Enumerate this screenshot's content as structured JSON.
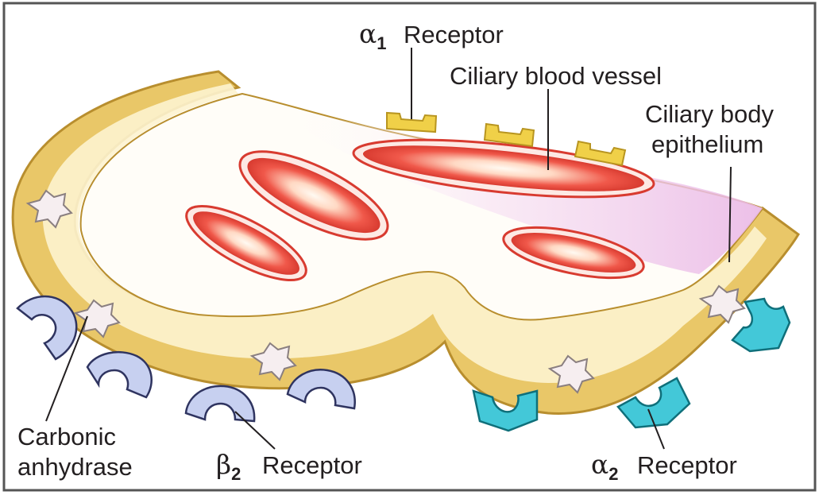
{
  "labels": {
    "alpha1_receptor": {
      "symbol": "α",
      "subscript": "1",
      "text": "Receptor"
    },
    "ciliary_blood_vessel": "Ciliary blood vessel",
    "ciliary_body_epithelium": {
      "line1": "Ciliary body",
      "line2": "epithelium"
    },
    "carbonic_anhydrase": {
      "line1": "Carbonic",
      "line2": "anhydrase"
    },
    "beta2_receptor": {
      "symbol": "β",
      "subscript": "2",
      "text": "Receptor"
    },
    "alpha2_receptor": {
      "symbol": "α",
      "subscript": "2",
      "text": "Receptor"
    }
  },
  "colors": {
    "epithelium_band": "#e9c768",
    "epithelium_edge": "#b88e2e",
    "stroma": "#fffdf8",
    "stroma_pink": "#f1c8ec",
    "vessel": "#e8463a",
    "vessel_core": "#fff4ec",
    "alpha1_receptor": "#f0d048",
    "beta2_receptor": "#c7d0f0",
    "alpha2_receptor": "#43c8d8",
    "carbonic_anhydrase": "#f6eef0"
  }
}
